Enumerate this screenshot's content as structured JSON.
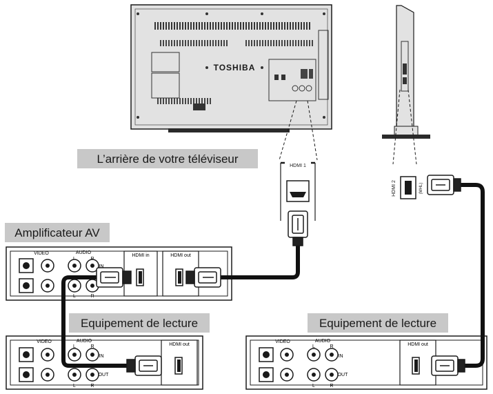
{
  "tv": {
    "brand": "TOSHIBA",
    "port_hdmi1": "HDMI 1",
    "port_hdmi2": "HDMI 2",
    "port_mhl": "(MHL)",
    "caption": "L’arrière de votre téléviseur"
  },
  "amplifier": {
    "caption": "Amplificateur AV",
    "video": "VIDEO",
    "audio": "AUDIO",
    "l": "L",
    "r": "R",
    "in": "IN",
    "hdmi_in": "HDMI in",
    "hdmi_out": "HDMI out"
  },
  "player_left": {
    "caption": "Equipement de lecture",
    "video": "VIDEO",
    "audio": "AUDIO",
    "l": "L",
    "r": "R",
    "in": "IN",
    "out": "OUT",
    "hdmi_out": "HDMI out"
  },
  "player_right": {
    "caption": "Equipement de lecture",
    "video": "VIDEO",
    "audio": "AUDIO",
    "l": "L",
    "r": "R",
    "in": "IN",
    "out": "OUT",
    "hdmi_out": "HDMI out"
  },
  "colors": {
    "caption_bg": "#c8c8c8",
    "tv_body": "#e0e0e0",
    "line": "#1a1a1a",
    "cable": "#111111"
  }
}
